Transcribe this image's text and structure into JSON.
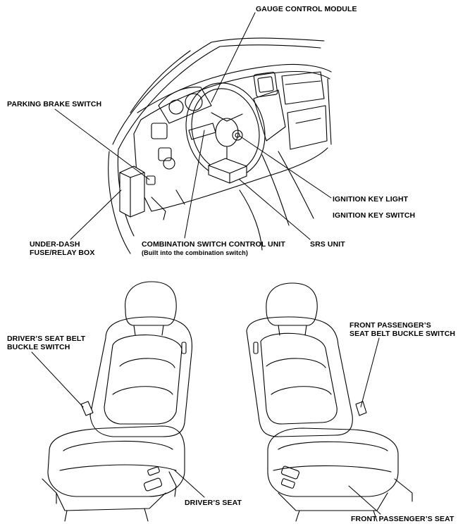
{
  "labels": {
    "gauge_control_module": "GAUGE CONTROL MODULE",
    "parking_brake_switch": "PARKING BRAKE SWITCH",
    "ignition_key_light": "IGNITION KEY LIGHT",
    "ignition_key_switch": "IGNITION KEY SWITCH",
    "under_dash_line1": "UNDER-DASH",
    "under_dash_line2": "FUSE/RELAY BOX",
    "combination_switch_line1": "COMBINATION SWITCH CONTROL UNIT",
    "combination_switch_line2": "(Built into the combination switch)",
    "srs_unit": "SRS UNIT",
    "drivers_buckle_line1": "DRIVER’S SEAT BELT",
    "drivers_buckle_line2": "BUCKLE SWITCH",
    "passenger_buckle_line1": "FRONT PASSENGER’S",
    "passenger_buckle_line2": "SEAT BELT BUCKLE SWITCH",
    "drivers_seat": "DRIVER’S SEAT",
    "front_passenger_seat": "FRONT PASSENGER’S SEAT"
  },
  "colors": {
    "ink": "#000000",
    "paper": "#ffffff"
  }
}
